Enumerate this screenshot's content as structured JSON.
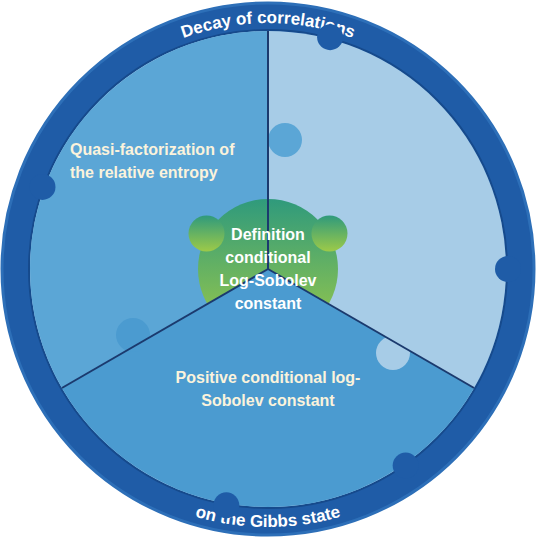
{
  "diagram": {
    "nodes": [
      {
        "text": [
          "Decay of correlations",
          "on the Gibbs state"
        ]
      },
      {
        "text": [
          "Quasi-factorization of the relative entropy"
        ],
        "in": 0
      },
      {
        "text": [
          "Definition conditional Log-Sobolev constant"
        ],
        "in": 0
      },
      {
        "text": [
          "Positive conditional log-Sobolev constant"
        ],
        "in": 0
      }
    ]
  }
}
